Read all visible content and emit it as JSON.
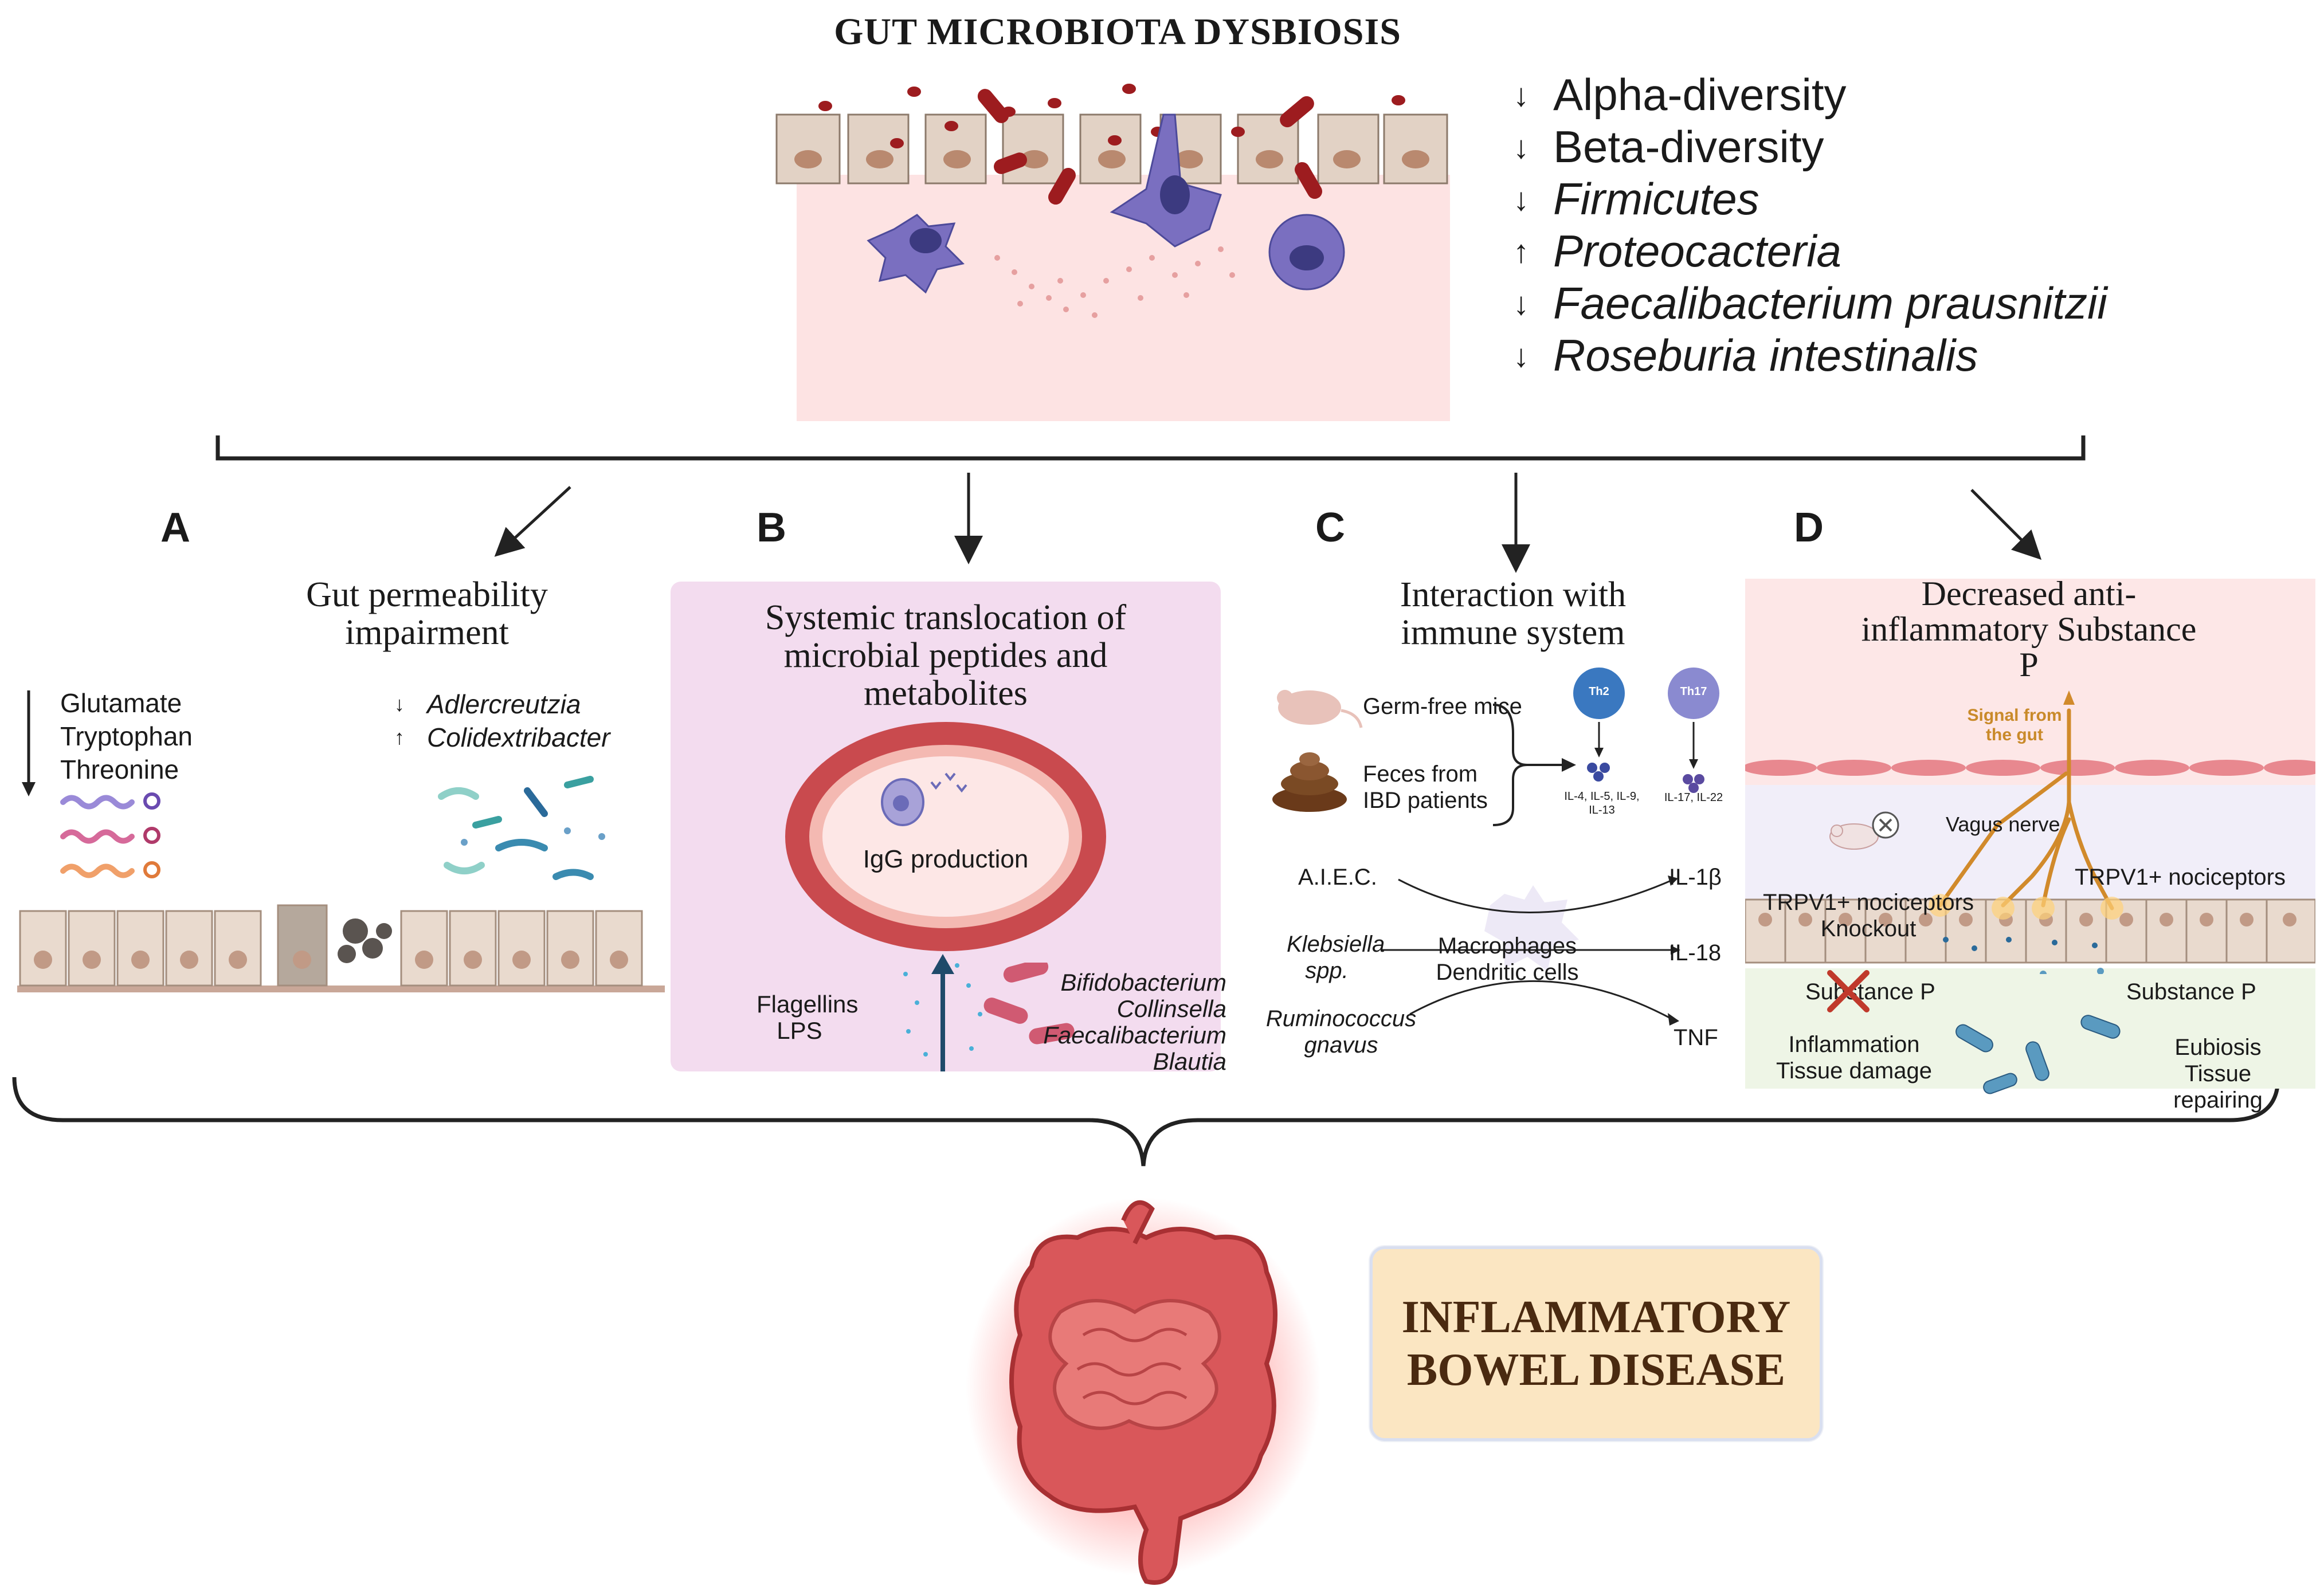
{
  "title": "GUT MICROBIOTA DYSBIOSIS",
  "dysbiosis_list": [
    {
      "arrow": "↓",
      "text": "Alpha-diversity",
      "italic": false
    },
    {
      "arrow": "↓",
      "text": "Beta-diversity",
      "italic": false
    },
    {
      "arrow": "↓",
      "text": "Firmicutes",
      "italic": true
    },
    {
      "arrow": "↑",
      "text": "Proteocacteria",
      "italic": true
    },
    {
      "arrow": "↓",
      "text": "Faecalibacterium prausnitzii",
      "italic": true
    },
    {
      "arrow": "↓",
      "text": "Roseburia intestinalis",
      "italic": true
    }
  ],
  "panelA": {
    "letter": "A",
    "title": "Gut permeability impairment",
    "amino_acids": [
      "Glutamate",
      "Tryptophan",
      "Threonine"
    ],
    "bacteria": [
      {
        "arrow": "↓",
        "name": "Adlercreutzia"
      },
      {
        "arrow": "↑",
        "name": "Colidextribacter"
      }
    ]
  },
  "panelB": {
    "letter": "B",
    "title": "Systemic translocation of microbial peptides and metabolites",
    "igg": "IgG production",
    "flagellins": "Flagellins",
    "lps": "LPS",
    "bacteria": [
      "Bifidobacterium",
      "Collinsella",
      "Faecalibacterium",
      "Blautia"
    ]
  },
  "panelC": {
    "letter": "C",
    "title": "Interaction with immune system",
    "germ_free": "Germ-free mice",
    "feces": "Feces from IBD patients",
    "th2": "Th2",
    "th17": "Th17",
    "th2_cytokines": "IL-4, IL-5, IL-9, IL-13",
    "th17_cytokines": "IL-17, IL-22",
    "aiec": "A.I.E.C.",
    "klebsiella": "Klebsiella spp.",
    "ruminococcus": "Ruminococcus gnavus",
    "macrophages": "Macrophages",
    "dendritic": "Dendritic cells",
    "il1b": "IL-1β",
    "il18": "IL-18",
    "tnf": "TNF"
  },
  "panelD": {
    "letter": "D",
    "title": "Decreased anti-inflammatory Substance P",
    "signal": "Signal from the gut",
    "vagus": "Vagus nerve",
    "trpv1_knockout": "TRPV1+ nociceptors Knockout",
    "trpv1": "TRPV1+ nociceptors",
    "substance_p_left": "Substance P",
    "substance_p_right": "Substance P",
    "inflammation": "Inflammation",
    "tissue_damage": "Tissue damage",
    "eubiosis": "Eubiosis",
    "tissue_repairing": "Tissue repairing"
  },
  "outcome": "INFLAMMATORY BOWEL DISEASE",
  "colors": {
    "tissue": "#fde3e3",
    "panelB_bg": "#f3dcef",
    "vessel": "#c94a4e",
    "ibd_box": "#fbe6c2",
    "nerve": "#d18a2b",
    "cell_purple": "#6b6bb8"
  }
}
